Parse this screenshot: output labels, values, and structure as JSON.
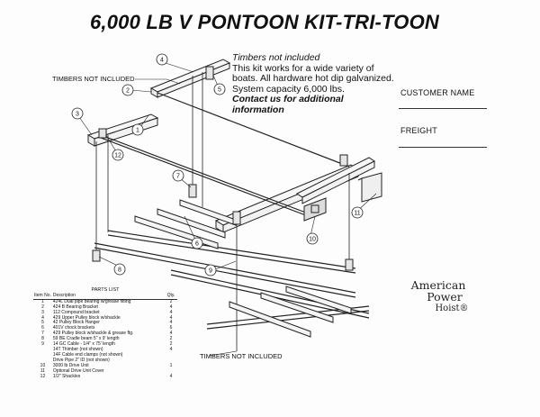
{
  "title": "6,000 LB V PONTOON KIT-TRI-TOON",
  "notes": {
    "line1": "Timbers not included",
    "line2": "This kit works for a wide variety of",
    "line3": "boats.  All hardware hot dip galvanized.",
    "line4": "System capacity 6,000 lbs.",
    "line5": "Contact us for additional",
    "line6": "information"
  },
  "fields": {
    "customer_name": "CUSTOMER NAME",
    "freight": "FREIGHT"
  },
  "callouts": {
    "timbers_top": "TIMBERS NOT INCLUDED",
    "timbers_bottom": "TIMBERS NOT INCLUDED",
    "numbers": [
      "1",
      "2",
      "3",
      "4",
      "5",
      "6",
      "7",
      "8",
      "9",
      "10",
      "11",
      "12"
    ]
  },
  "logo": {
    "line1": "American",
    "line2": "Power",
    "line3": "Hoist®"
  },
  "parts_list": {
    "heading": "PARTS LIST",
    "col_item": "Item No.",
    "col_desc": "Description",
    "col_qty": "Qty.",
    "rows": [
      {
        "no": "1",
        "desc": "424L Dual pipe bearing w/grease fitting",
        "qty": "2"
      },
      {
        "no": "2",
        "desc": "424 B Bearing Bracket",
        "qty": "4"
      },
      {
        "no": "3",
        "desc": "112 Compound bracket",
        "qty": "4"
      },
      {
        "no": "4",
        "desc": "429 Upper Pulley block w/shackle",
        "qty": "4"
      },
      {
        "no": "5",
        "desc": "42 Pulley Block Hanger",
        "qty": "4"
      },
      {
        "no": "6",
        "desc": "401V chock brackets",
        "qty": "6"
      },
      {
        "no": "7",
        "desc": "429 Pulley block w/shackle & grease ftg.",
        "qty": "4"
      },
      {
        "no": "8",
        "desc": "59 BE Cradle beam 5\" x 9' length",
        "qty": "2"
      },
      {
        "no": "9",
        "desc": "14 GC Cable - 1/4\" x 75' length",
        "qty": "2"
      },
      {
        "no": "",
        "desc": "14T Thimber (not shown)",
        "qty": "4"
      },
      {
        "no": "",
        "desc": "14F Cable end clamps (not shown)",
        "qty": ""
      },
      {
        "no": "",
        "desc": "Drive Pipe 2\" ID (not shown)",
        "qty": ""
      },
      {
        "no": "10",
        "desc": "3000 lb Drive Unit",
        "qty": "1"
      },
      {
        "no": "11",
        "desc": "Optional Drive Unit Cover",
        "qty": ""
      },
      {
        "no": "12",
        "desc": "1/2\" Shackles",
        "qty": "4"
      }
    ]
  }
}
